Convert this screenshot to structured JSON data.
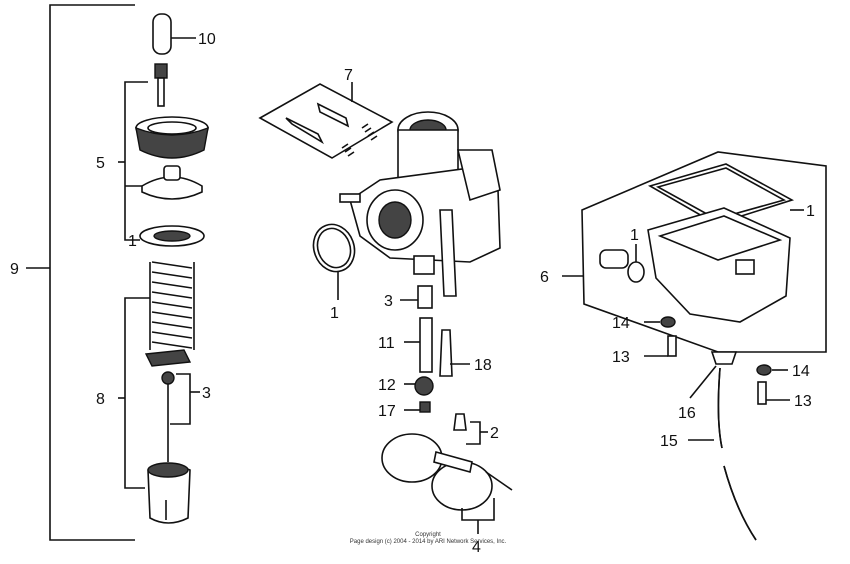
{
  "callouts": {
    "c10": "10",
    "c5": "5",
    "c1_left": "1",
    "c9": "9",
    "c8": "8",
    "c3_left": "3",
    "c7": "7",
    "c1_oring": "1",
    "c3_mid": "3",
    "c11": "11",
    "c18": "18",
    "c12": "12",
    "c17": "17",
    "c2": "2",
    "c4": "4",
    "c6": "6",
    "c1_gasket": "1",
    "c1_small": "1",
    "c14_a": "14",
    "c13_a": "13",
    "c16": "16",
    "c15": "15",
    "c14_b": "14",
    "c13_b": "13"
  },
  "copyright": {
    "line1": "Copyright",
    "line2": "Page design (c) 2004 - 2014 by ARI Network Services, Inc."
  }
}
